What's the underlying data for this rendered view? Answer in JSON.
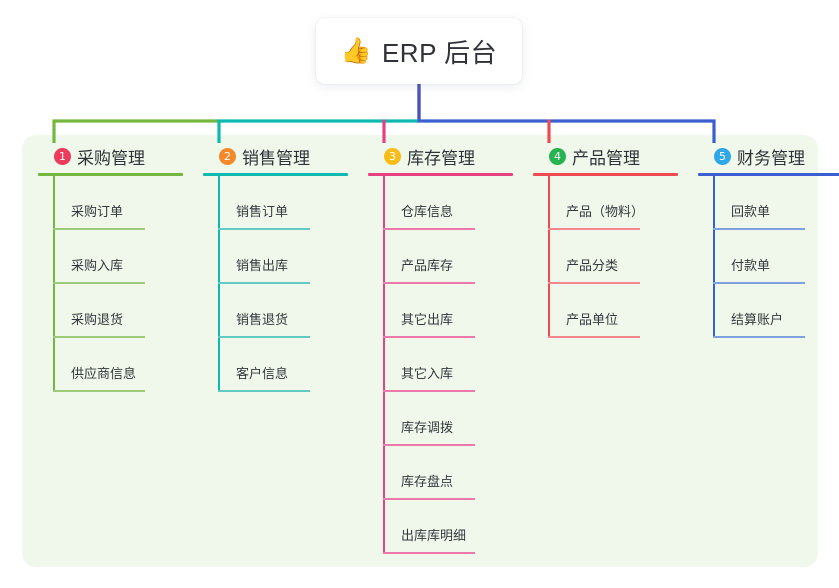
{
  "root": {
    "icon": "thumbs-up-icon",
    "emoji": "👍",
    "title": "ERP 后台"
  },
  "palette": {
    "panel_bg": "#eff8ea",
    "page_bg": "#ffffff",
    "text": "#2f3339",
    "root_line": "#4a55b8",
    "branch_green": "#74b73e",
    "branch_teal": "#0ebab0",
    "branch_pink": "#e8417f",
    "branch_red": "#ef4a52",
    "branch_blue": "#3b5fd0",
    "leaf_green": "#9ccb7a",
    "leaf_teal": "#63c9c3",
    "leaf_pink": "#ee77ab",
    "leaf_red": "#f3888c",
    "leaf_blue": "#7e9fe0",
    "badge_1": "#ef3b5b",
    "badge_2": "#f5892a",
    "badge_3": "#f9bd19",
    "badge_4": "#27b34f",
    "badge_5": "#2fa8e8"
  },
  "columns": [
    {
      "number": "1",
      "title": "采购管理",
      "badge_color": "#ef3b5b",
      "line_color": "#74b73e",
      "leaf_color": "#9ccb7a",
      "items": [
        "采购订单",
        "采购入库",
        "采购退货",
        "供应商信息"
      ]
    },
    {
      "number": "2",
      "title": "销售管理",
      "badge_color": "#f5892a",
      "line_color": "#0ebab0",
      "leaf_color": "#63c9c3",
      "items": [
        "销售订单",
        "销售出库",
        "销售退货",
        "客户信息"
      ]
    },
    {
      "number": "3",
      "title": "库存管理",
      "badge_color": "#f9bd19",
      "line_color": "#e8417f",
      "leaf_color": "#ee77ab",
      "items": [
        "仓库信息",
        "产品库存",
        "其它出库",
        "其它入库",
        "库存调拨",
        "库存盘点",
        "出库库明细"
      ]
    },
    {
      "number": "4",
      "title": "产品管理",
      "badge_color": "#27b34f",
      "line_color": "#ef4a52",
      "leaf_color": "#f3888c",
      "items": [
        "产品（物料）",
        "产品分类",
        "产品单位"
      ]
    },
    {
      "number": "5",
      "title": "财务管理",
      "badge_color": "#2fa8e8",
      "line_color": "#3b5fd0",
      "leaf_color": "#7e9fe0",
      "items": [
        "回款单",
        "付款单",
        "结算账户"
      ]
    }
  ],
  "layout": {
    "column_x": [
      38,
      203,
      368,
      533,
      698
    ],
    "head_rule_width": 145,
    "leaf_rule_width": 92
  }
}
